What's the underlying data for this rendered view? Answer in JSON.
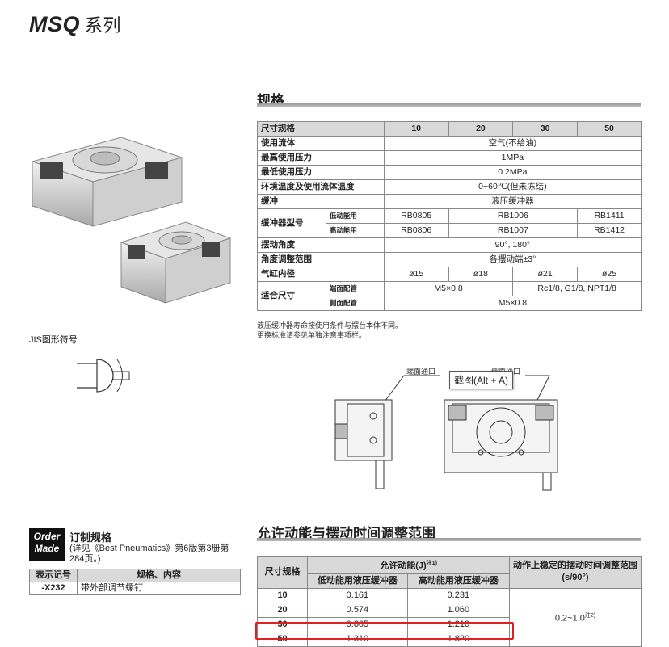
{
  "header": {
    "model": "MSQ",
    "suffix": "系列"
  },
  "spec": {
    "title": "规格",
    "columns": [
      "尺寸规格",
      "10",
      "20",
      "30",
      "50"
    ],
    "fluid": {
      "label": "使用流体",
      "value": "空气(不给油)"
    },
    "max_pressure": {
      "label": "最高使用压力",
      "value": "1MPa"
    },
    "min_pressure": {
      "label": "最低使用压力",
      "value": "0.2MPa"
    },
    "temp": {
      "label": "环境温度及使用流体温度",
      "value": "0~60℃(但未冻结)"
    },
    "cushion": {
      "label": "缓冲",
      "value": "液压缓冲器"
    },
    "cushion_model": {
      "label": "缓冲器型号",
      "low": {
        "label": "低动能用",
        "v1": "RB0805",
        "v2": "RB1006",
        "v3": "RB1411"
      },
      "high": {
        "label": "高动能用",
        "v1": "RB0806",
        "v2": "RB1007",
        "v3": "RB1412"
      }
    },
    "swing": {
      "label": "摆动角度",
      "value": "90°, 180°"
    },
    "angle_adj": {
      "label": "角度调整范围",
      "value": "各摆动端±3°"
    },
    "bore": {
      "label": "气缸内径",
      "values": [
        "ø15",
        "ø18",
        "ø21",
        "ø25"
      ]
    },
    "port": {
      "label": "适合尺寸",
      "end": {
        "label": "端面配管",
        "v1": "M5×0.8",
        "v2": "Rc1/8, G1/8, NPT1/8"
      },
      "side": {
        "label": "侧面配管",
        "value": "M5×0.8"
      }
    },
    "notes": [
      "液压缓冲器寿命按使用条件与摆台本体不同。",
      "更换标准请参见单独注意事项栏。"
    ]
  },
  "jis_label": "JIS图形符号",
  "diagram": {
    "end_port": "端面通口",
    "side_port": "侧面通口"
  },
  "tooltip": "截图(Alt + A)",
  "order": {
    "badge_line1": "Order",
    "badge_line2": "Made",
    "title": "订制规格",
    "desc": "(详见《Best Pneumatics》第6版第3册第284页。)",
    "col1": "表示记号",
    "col2": "规格、内容",
    "code": "-X232",
    "content": "带外部调节螺钉"
  },
  "energy": {
    "title": "允许动能与摆动时间调整范围",
    "h_size": "尺寸规格",
    "h_energy": "允许动能(J)",
    "h_energy_note": "注1)",
    "h_low": "低动能用液压缓冲器",
    "h_high": "高动能用液压缓冲器",
    "h_time": "动作上稳定的摆动时间调整范围",
    "h_time_unit": "(s/90°)",
    "rows": [
      {
        "size": "10",
        "low": "0.161",
        "high": "0.231"
      },
      {
        "size": "20",
        "low": "0.574",
        "high": "1.060"
      },
      {
        "size": "30",
        "low": "0.805",
        "high": "1.210"
      },
      {
        "size": "50",
        "low": "1.310",
        "high": "1.820"
      }
    ],
    "time_value": "0.2~1.0",
    "time_note": "注2)"
  }
}
